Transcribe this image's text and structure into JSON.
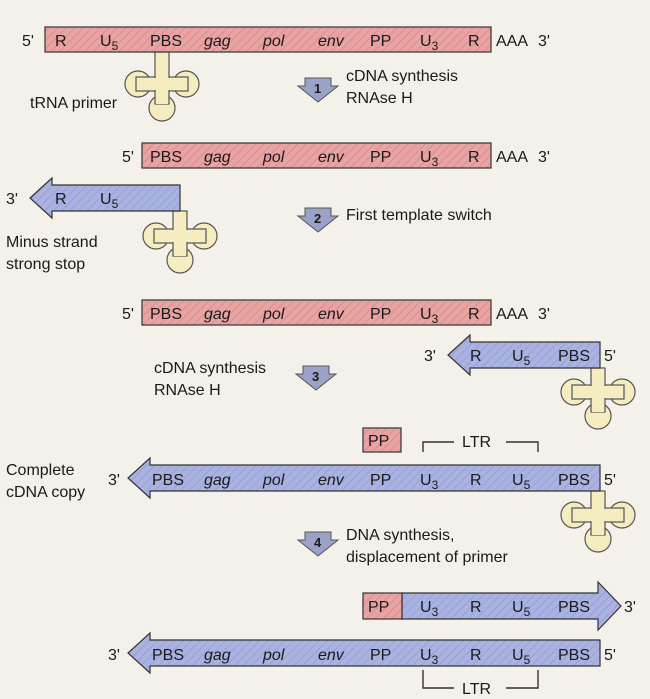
{
  "figure": {
    "rows": [
      {
        "id": "genomic-rna",
        "end_left": "5'",
        "end_right": "3'",
        "poly_a": "AAA",
        "segments": [
          "R",
          "U5",
          "PBS",
          "gag",
          "pol",
          "env",
          "PP",
          "U3",
          "R"
        ]
      },
      {
        "id": "rna-after-rnase",
        "end_left": "5'",
        "end_right": "3'",
        "poly_a": "AAA",
        "segments": [
          "PBS",
          "gag",
          "pol",
          "env",
          "PP",
          "U3",
          "R"
        ]
      },
      {
        "id": "minus-strong-stop",
        "end_left": "3'",
        "segments": [
          "R",
          "U5"
        ]
      },
      {
        "id": "rna-template-2",
        "end_left": "5'",
        "end_right": "3'",
        "poly_a": "AAA",
        "segments": [
          "PBS",
          "gag",
          "pol",
          "env",
          "PP",
          "U3",
          "R"
        ]
      },
      {
        "id": "minus-strand-transferred",
        "end_left": "3'",
        "end_right": "5'",
        "segments": [
          "R",
          "U5",
          "PBS"
        ]
      },
      {
        "id": "complete-cdna",
        "end_left": "3'",
        "end_right": "5'",
        "segments": [
          "PBS",
          "gag",
          "pol",
          "env",
          "PP",
          "U3",
          "R",
          "U5",
          "PBS"
        ]
      },
      {
        "id": "plus-strand",
        "end_right": "3'",
        "segments": [
          "PP",
          "U3",
          "R",
          "U5",
          "PBS"
        ]
      },
      {
        "id": "final-minus",
        "end_left": "3'",
        "end_right": "5'",
        "segments": [
          "PBS",
          "gag",
          "pol",
          "env",
          "PP",
          "U3",
          "R",
          "U5",
          "PBS"
        ]
      }
    ],
    "pp_fragment": "PP",
    "ltr_label": "LTR",
    "labels": {
      "trna_primer": "tRNA primer",
      "minus_strand_line1": "Minus strand",
      "minus_strand_line2": "strong stop",
      "complete_line1": "Complete",
      "complete_line2": "cDNA copy"
    },
    "steps": [
      {
        "number": "1",
        "line1": "cDNA synthesis",
        "line2": "RNAse H"
      },
      {
        "number": "2",
        "line1": "First template switch",
        "line2": ""
      },
      {
        "number": "3",
        "line1": "cDNA synthesis",
        "line2": "RNAse H"
      },
      {
        "number": "4",
        "line1": "DNA synthesis,",
        "line2": "displacement of primer"
      }
    ],
    "colors": {
      "rna": "#e8a3a3",
      "dna": "#a9b2e0",
      "trna": "#f5ecc0",
      "arrow": "#9aa2c8"
    }
  }
}
